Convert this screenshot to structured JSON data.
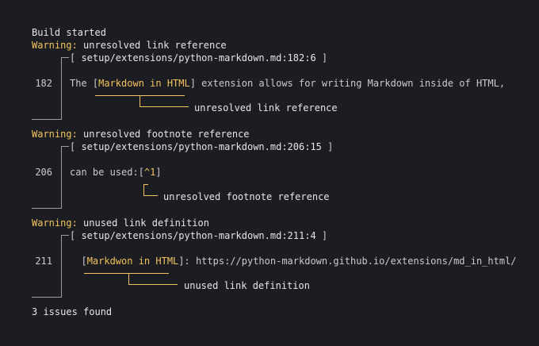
{
  "header": "Build started",
  "issues": [
    {
      "warning_label": "Warning:",
      "warning_text": " unresolved link reference",
      "location": "setup/extensions/python-markdown.md:182:6",
      "line_number": "182",
      "code_before": "The [",
      "code_highlight": "Markdown in HTML",
      "code_after": "] extension allows for writing Markdown inside of HTML,",
      "annotation": "unresolved link reference"
    },
    {
      "warning_label": "Warning:",
      "warning_text": " unresolved footnote reference",
      "location": "setup/extensions/python-markdown.md:206:15",
      "line_number": "206",
      "code_before": "can be used:[",
      "code_highlight": "^1",
      "code_after": "]",
      "annotation": "unresolved footnote reference"
    },
    {
      "warning_label": "Warning:",
      "warning_text": " unused link definition",
      "location": "setup/extensions/python-markdown.md:211:4",
      "line_number": "211",
      "code_before": "  [",
      "code_highlight": "Markdwon in HTML",
      "code_after": "]: https://python-markdown.github.io/extensions/md_in_html/",
      "annotation": "unused link definition"
    }
  ],
  "footer": "3 issues found",
  "bracket_open": "[ ",
  "bracket_close": " ]"
}
